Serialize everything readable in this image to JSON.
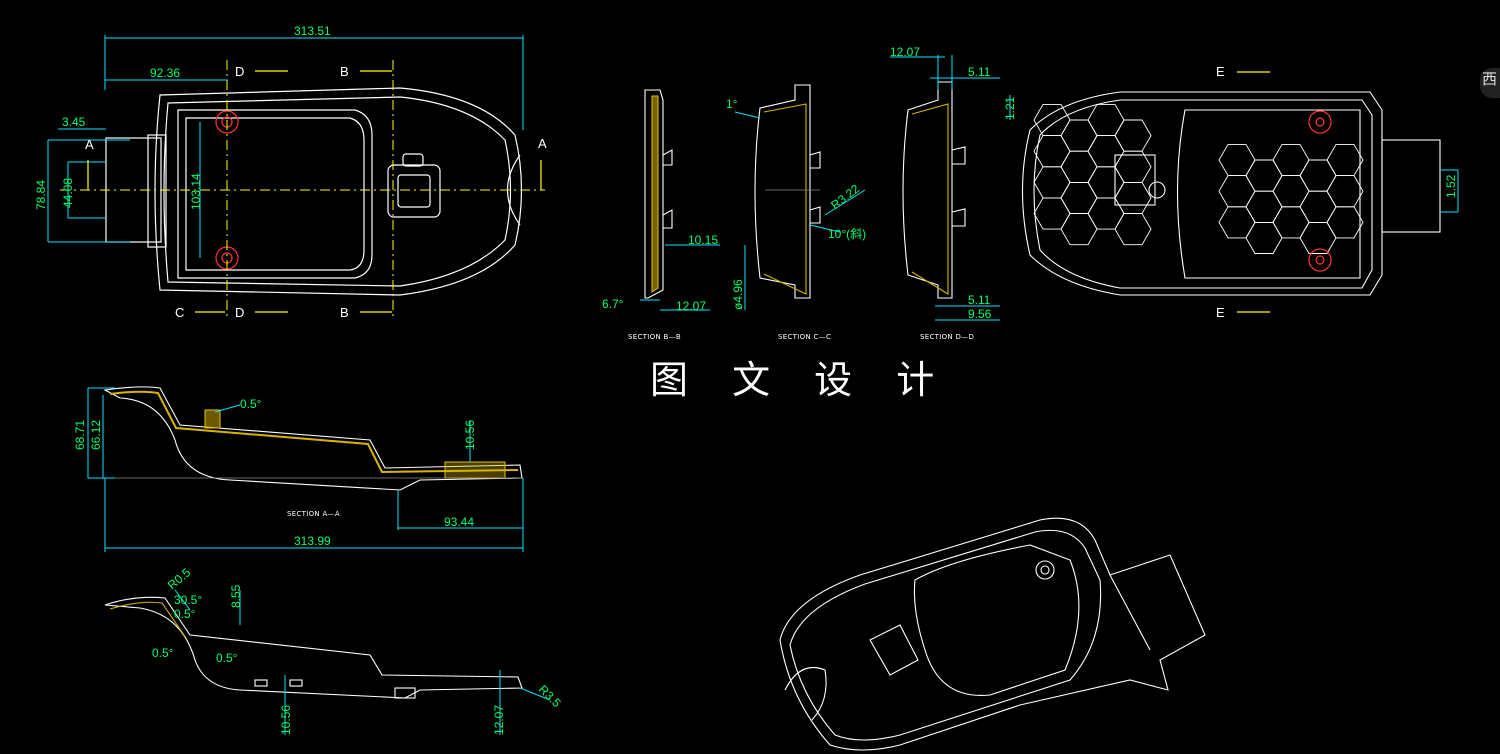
{
  "corner_tab": "西",
  "watermark": "图 文 设 计",
  "colors": {
    "background": "#000000",
    "outline": "#ffffff",
    "dimension": "#00ff66",
    "leader": "#00e5ff",
    "hatch": "#d6b400",
    "center": "#ffff00",
    "hole": "#ff3333"
  },
  "top_view": {
    "dims": [
      "313.51",
      "92.36",
      "3.45",
      "78.84",
      "44.08",
      "103.14"
    ],
    "labels": [
      "D",
      "B",
      "A",
      "A",
      "C",
      "D",
      "B"
    ]
  },
  "sections": {
    "bb": {
      "title": "SECTION B—B",
      "dims": [
        "10.15",
        "6.7°",
        "12.07"
      ]
    },
    "cc": {
      "title": "SECTION C—C",
      "dims": [
        "1°",
        "R3.22",
        "10°(斜)",
        "ø4.96"
      ]
    },
    "dd": {
      "title": "SECTION D—D",
      "dims": [
        "12.07",
        "5.11",
        "1.21",
        "5.11",
        "9.56"
      ]
    }
  },
  "bottom_view": {
    "labels": [
      "E",
      "E"
    ],
    "dims": [
      "1.52"
    ]
  },
  "section_aa": {
    "title": "SECTION A—A",
    "dims": [
      "68.71",
      "66.12",
      "0.5°",
      "10.56",
      "93.44",
      "313.99"
    ]
  },
  "detail_view": {
    "dims": [
      "R0.5",
      "30.5°",
      "0.5°",
      "8.55",
      "0.5°",
      "0.5°",
      "R3.5",
      "10.56",
      "12.07"
    ]
  }
}
